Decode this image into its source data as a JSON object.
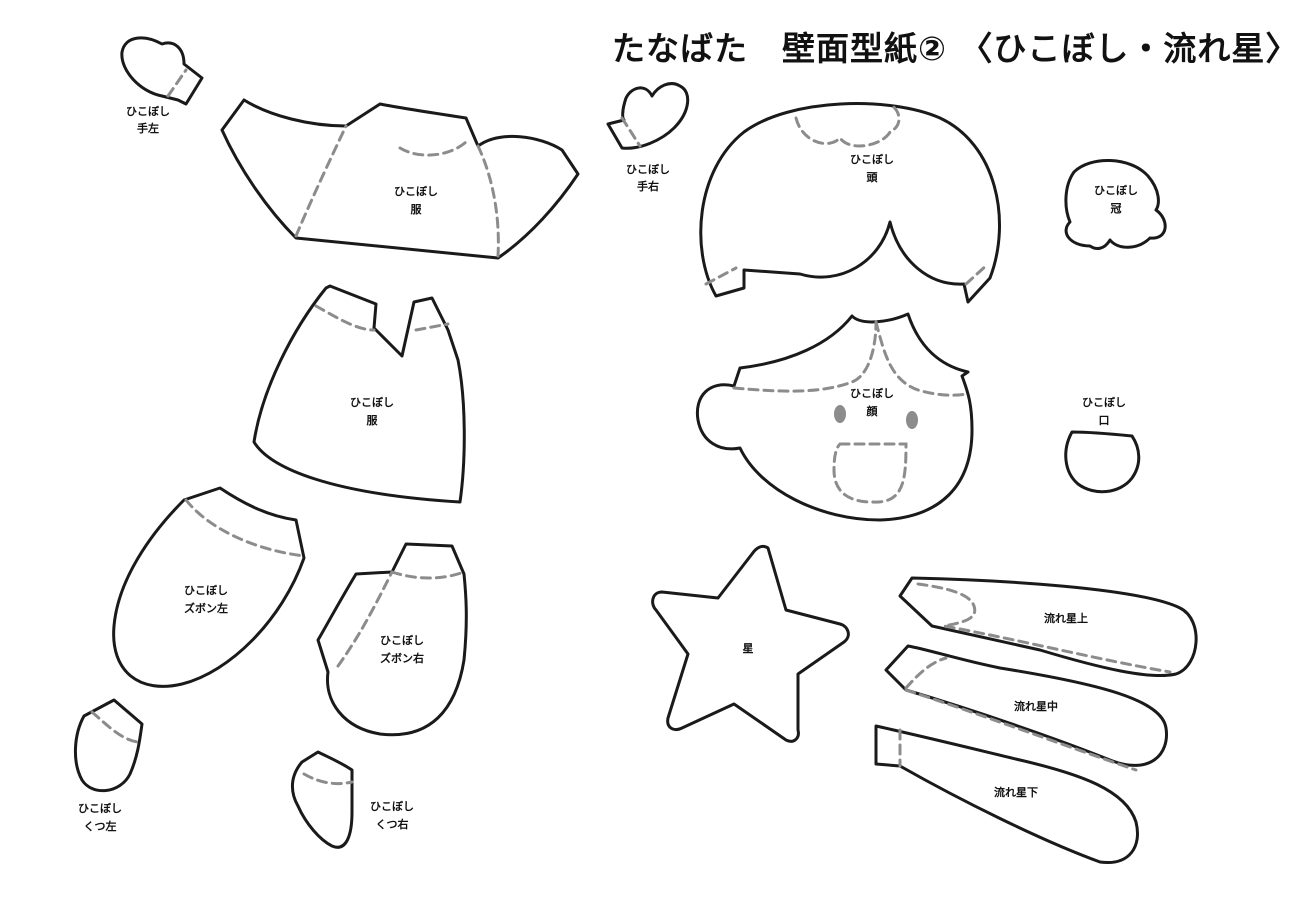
{
  "title": "たなばた　壁面型紙② 〈ひこぼし・流れ星〉",
  "colors": {
    "outline": "#1a1a1a",
    "fold_line": "#8c8c8c",
    "background": "#ffffff"
  },
  "pieces": {
    "hand_left": {
      "line1": "ひこぼし",
      "line2": "手左"
    },
    "clothes_back": {
      "line1": "ひこぼし",
      "line2": "服"
    },
    "hand_right": {
      "line1": "ひこぼし",
      "line2": "手右"
    },
    "head": {
      "line1": "ひこぼし",
      "line2": "頭"
    },
    "crown": {
      "line1": "ひこぼし",
      "line2": "冠"
    },
    "clothes_front": {
      "line1": "ひこぼし",
      "line2": "服"
    },
    "face": {
      "line1": "ひこぼし",
      "line2": "顔"
    },
    "mouth": {
      "line1": "ひこぼし",
      "line2": "口"
    },
    "pants_left": {
      "line1": "ひこぼし",
      "line2": "ズボン左"
    },
    "pants_right": {
      "line1": "ひこぼし",
      "line2": "ズボン右"
    },
    "shoe_left": {
      "line1": "ひこぼし",
      "line2": "くつ左"
    },
    "shoe_right": {
      "line1": "ひこぼし",
      "line2": "くつ右"
    },
    "star": {
      "line1": "星"
    },
    "shooting_star_top": {
      "line1": "流れ星上"
    },
    "shooting_star_middle": {
      "line1": "流れ星中"
    },
    "shooting_star_bottom": {
      "line1": "流れ星下"
    }
  }
}
